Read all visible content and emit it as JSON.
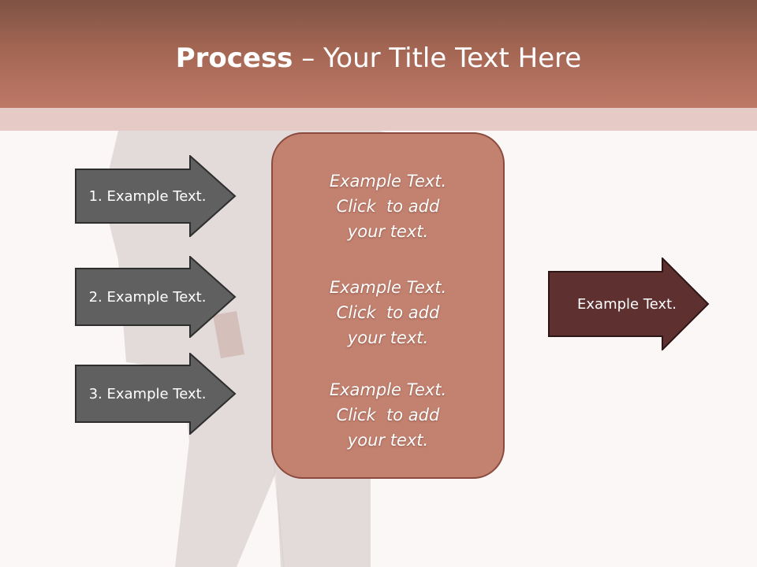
{
  "title": {
    "bold": "Process",
    "rest": " – Your Title Text Here"
  },
  "steps": [
    {
      "label": "1. Example Text."
    },
    {
      "label": "2. Example Text."
    },
    {
      "label": "3. Example Text."
    }
  ],
  "center_blocks": [
    {
      "line1": "Example Text.",
      "line2": "Click  to add",
      "line3": "your text."
    },
    {
      "line1": "Example Text.",
      "line2": "Click  to add",
      "line3": "your text."
    },
    {
      "line1": "Example Text.",
      "line2": "Click  to add",
      "line3": "your text."
    }
  ],
  "result": {
    "label": "Example Text."
  },
  "colors": {
    "header": "#a36653",
    "step_arrow": "#606060",
    "center_box": "#c38270",
    "result_arrow": "#5e3030"
  }
}
